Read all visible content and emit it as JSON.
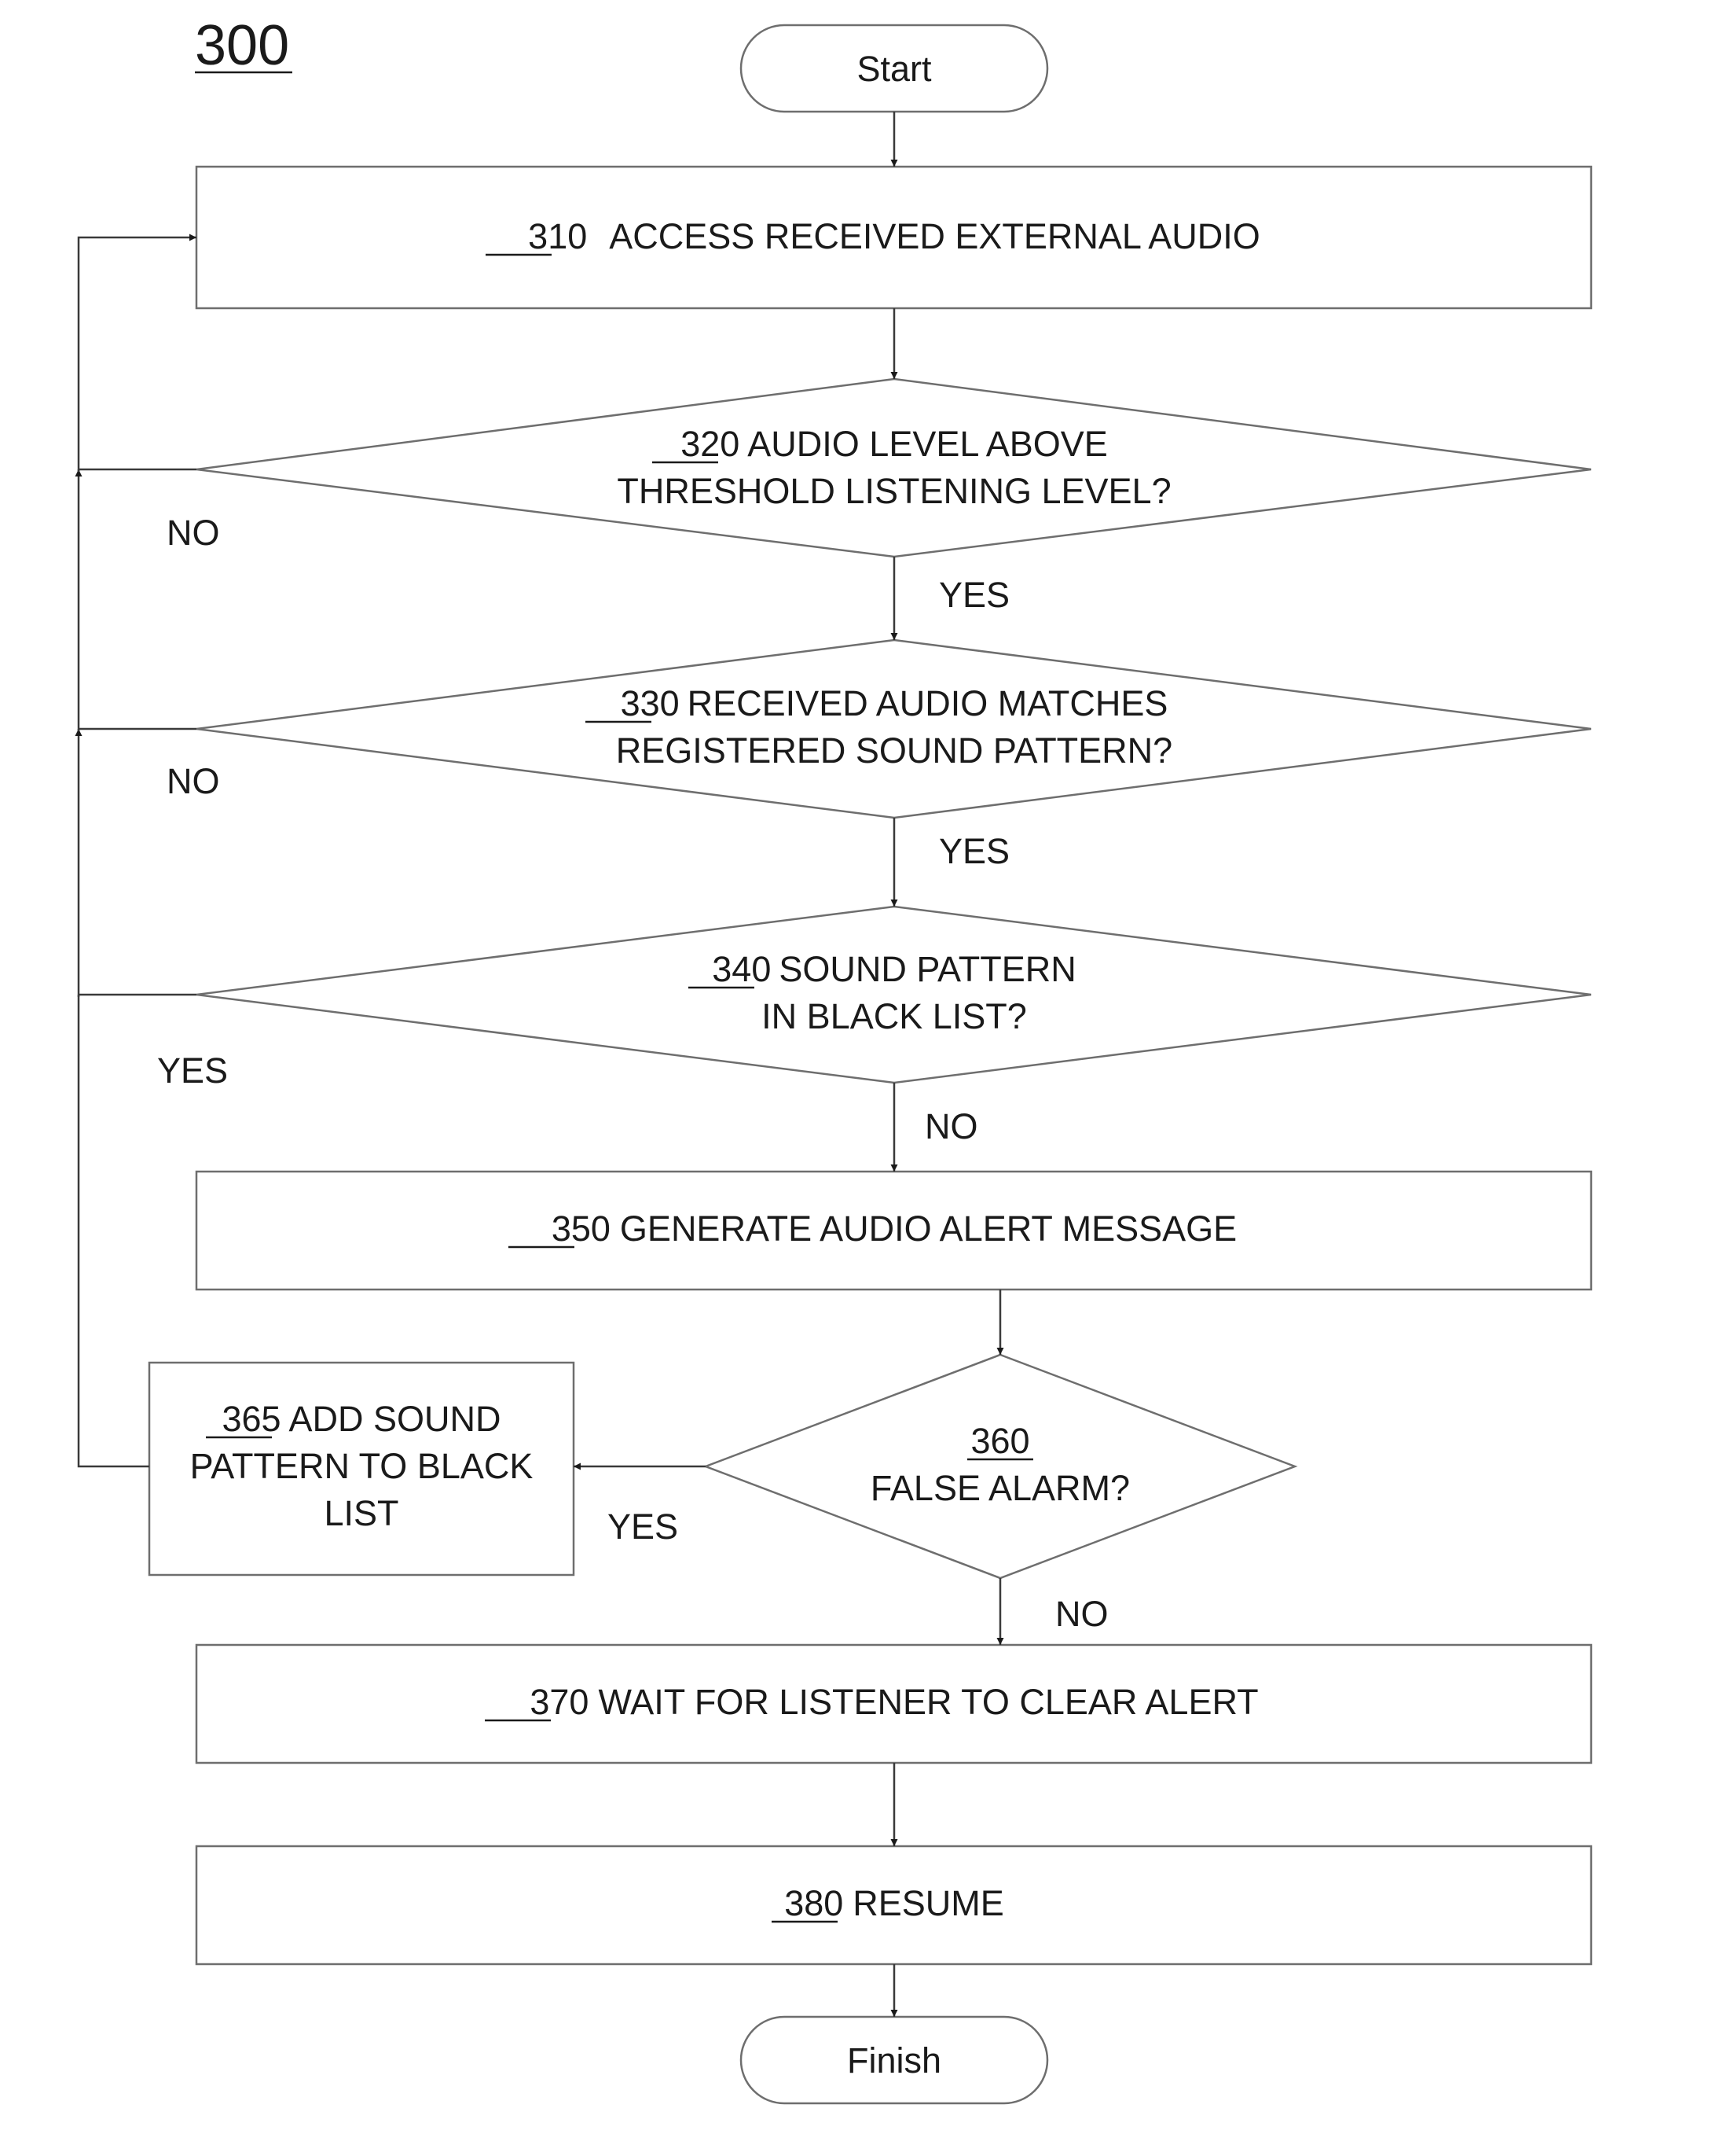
{
  "figure_label": "300",
  "start": {
    "label": "Start"
  },
  "finish": {
    "label": "Finish"
  },
  "steps": {
    "s310": {
      "num": "310",
      "text": "ACCESS RECEIVED EXTERNAL AUDIO"
    },
    "s320": {
      "num": "320",
      "line1": "AUDIO LEVEL ABOVE",
      "line2": "THRESHOLD LISTENING LEVEL?"
    },
    "s330": {
      "num": "330",
      "line1": "RECEIVED AUDIO MATCHES",
      "line2": "REGISTERED SOUND PATTERN?"
    },
    "s340": {
      "num": "340",
      "line1": "SOUND PATTERN",
      "line2": "IN BLACK LIST?"
    },
    "s350": {
      "num": "350",
      "text": "GENERATE AUDIO ALERT MESSAGE"
    },
    "s360": {
      "num": "360",
      "text": "FALSE ALARM?"
    },
    "s365": {
      "num": "365",
      "line1": "ADD SOUND",
      "line2": "PATTERN TO BLACK",
      "line3": "LIST"
    },
    "s370": {
      "num": "370",
      "text": "WAIT FOR LISTENER TO CLEAR ALERT"
    },
    "s380": {
      "num": "380",
      "text": "RESUME"
    }
  },
  "edge_labels": {
    "no_320": "NO",
    "yes_320": "YES",
    "no_330": "NO",
    "yes_330": "YES",
    "yes_340": "YES",
    "no_340": "NO",
    "yes_360": "YES",
    "no_360": "NO"
  }
}
